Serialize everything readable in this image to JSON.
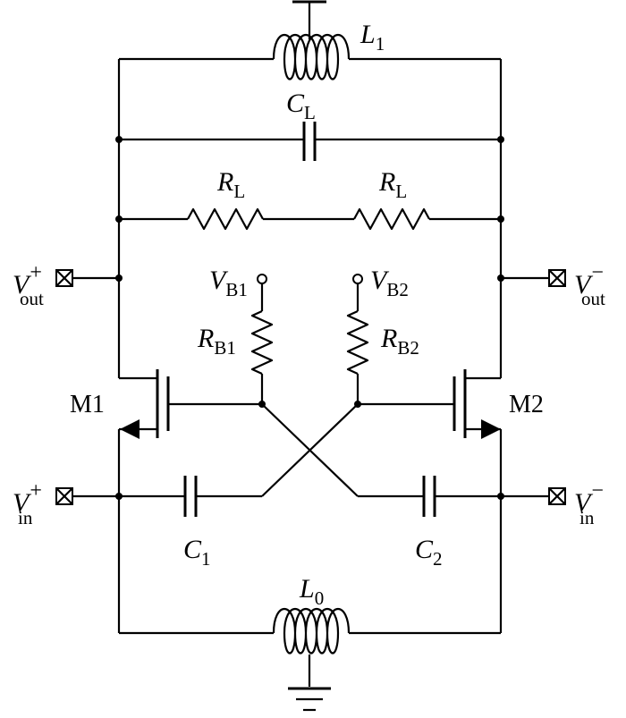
{
  "labels": {
    "L1": {
      "main": "L",
      "sub": "1"
    },
    "CL": {
      "main": "C",
      "sub": "L"
    },
    "RL_left": {
      "main": "R",
      "sub": "L"
    },
    "RL_right": {
      "main": "R",
      "sub": "L"
    },
    "VB1": {
      "main": "V",
      "sub": "B1"
    },
    "VB2": {
      "main": "V",
      "sub": "B2"
    },
    "RB1": {
      "main": "R",
      "sub": "B1"
    },
    "RB2": {
      "main": "R",
      "sub": "B2"
    },
    "Vout_plus": {
      "main": "V",
      "sup": "+",
      "sub": "out"
    },
    "Vout_minus": {
      "main": "V",
      "sup": "−",
      "sub": "out"
    },
    "Vin_plus": {
      "main": "V",
      "sup": "+",
      "sub": "in"
    },
    "Vin_minus": {
      "main": "V",
      "sup": "−",
      "sub": "in"
    },
    "M1": "M1",
    "M2": "M2",
    "C1": {
      "main": "C",
      "sub": "1"
    },
    "C2": {
      "main": "C",
      "sub": "2"
    },
    "L0": {
      "main": "L",
      "sub": "0"
    }
  }
}
